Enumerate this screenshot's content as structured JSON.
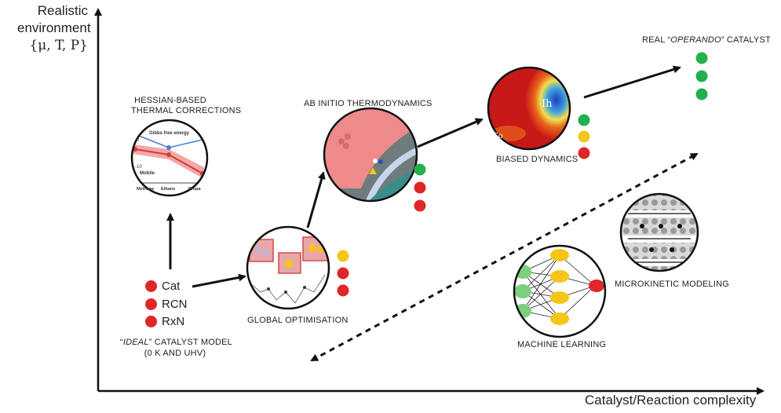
{
  "axes": {
    "y_title_line1": "Realistic",
    "y_title_line2": "environment",
    "y_title_params": "{μ, T, P}",
    "x_title": "Catalyst/Reaction complexity"
  },
  "nodes": {
    "hessian": {
      "line1": "HESSIAN-BASED",
      "line2": "THERMAL CORRECTIONS",
      "inset_title": "Gibbs free energy",
      "inset_mobile": "Mobile",
      "inset_ticks": [
        "0",
        "-10"
      ],
      "inset_x": [
        "Methane",
        "Ethane",
        "Propa"
      ]
    },
    "abinitio": {
      "label": "AB INITIO THERMODYNAMICS"
    },
    "biased": {
      "label": "BIASED DYNAMICS",
      "inset_ih": "Ih",
      "inset_co": "Co"
    },
    "operando": {
      "prefix": "REAL “",
      "emph": "OPERANDO",
      "suffix": "” CATALYST"
    },
    "global": {
      "label": "GLOBAL OPTIMISATION"
    },
    "ideal": {
      "prefix": "“",
      "emph": "IDEAL",
      "suffix": "” CATALYST MODEL",
      "line2": "(0 K AND UHV)"
    },
    "ml": {
      "label": "MACHINE LEARNING"
    },
    "microkinetic": {
      "label": "MICROKINETIC MODELING"
    }
  },
  "legend": [
    {
      "label": "Cat",
      "color": "#e02626"
    },
    {
      "label": "RCN",
      "color": "#e02626"
    },
    {
      "label": "RxN",
      "color": "#e02626"
    }
  ],
  "colors": {
    "red": "#e02626",
    "yellow": "#f5c518",
    "green": "#22b14c"
  }
}
